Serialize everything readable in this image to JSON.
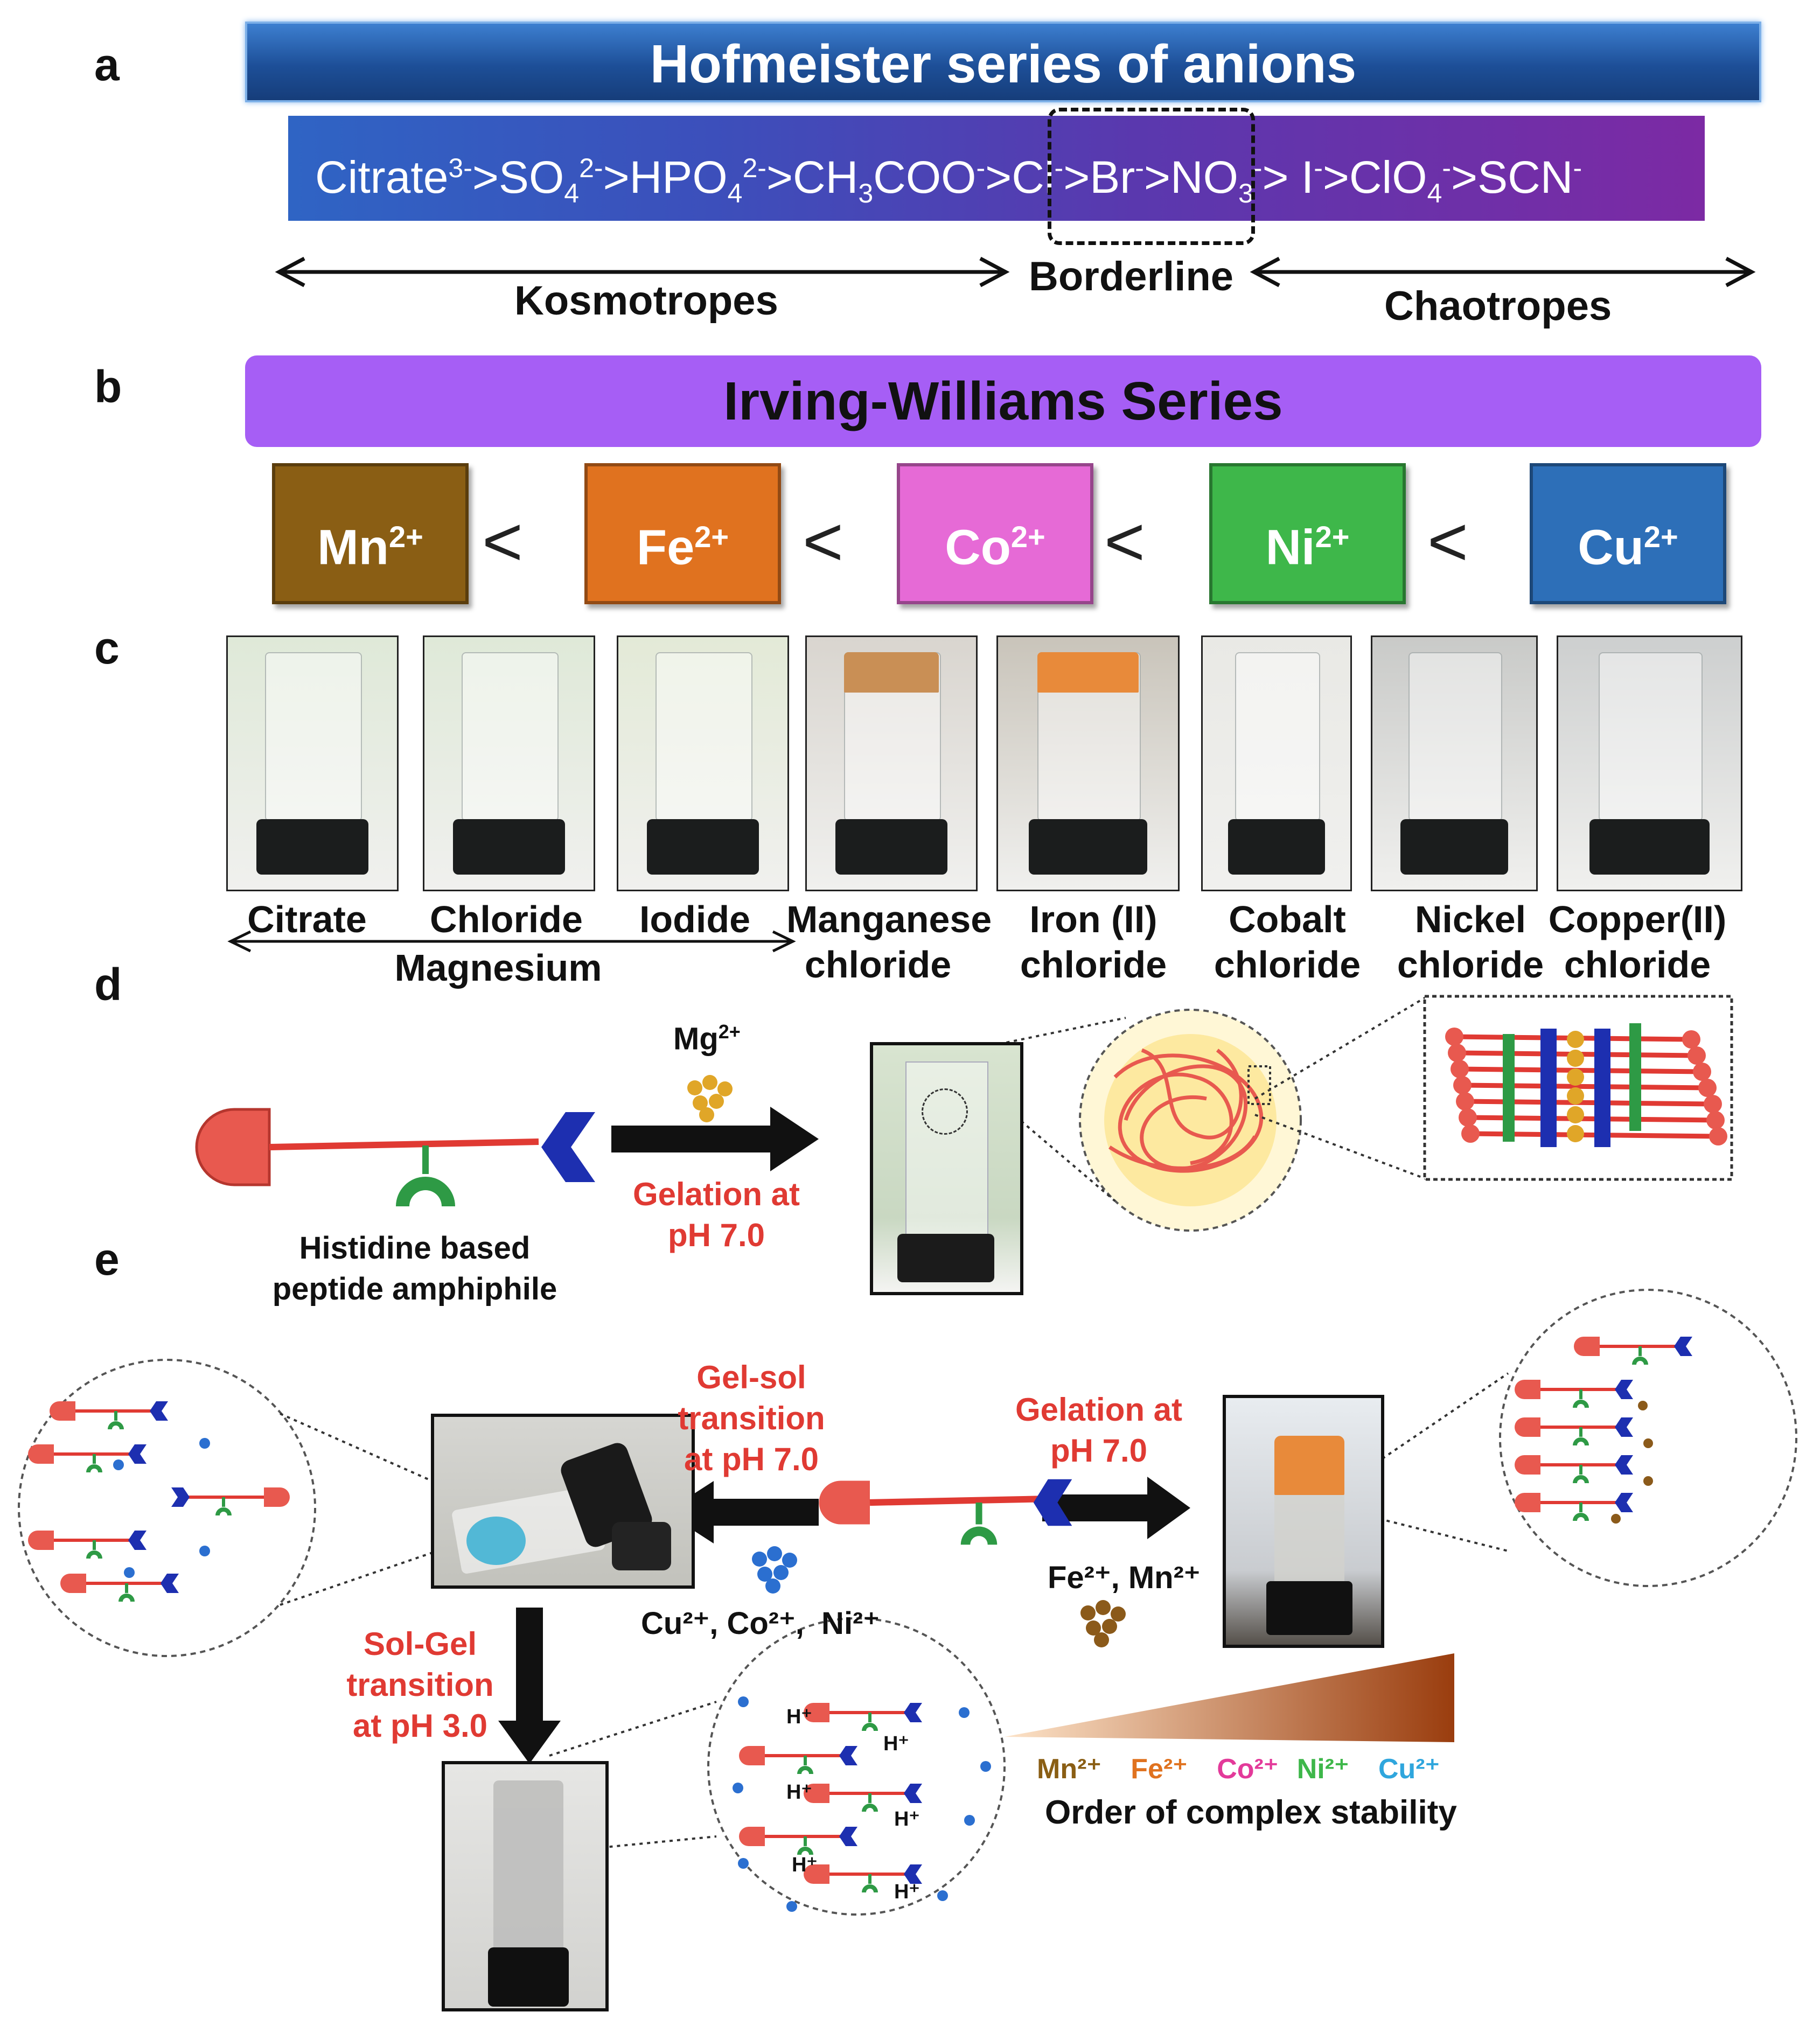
{
  "panel_labels": {
    "a": "a",
    "b": "b",
    "c": "c",
    "d": "d",
    "e": "e"
  },
  "panel_a": {
    "title": "Hofmeister series of anions",
    "series": [
      {
        "base": "Citrate",
        "sup": "3-"
      },
      {
        "base": ">SO",
        "sub": "4",
        "sup": "2-"
      },
      {
        "base": ">HPO",
        "sub": "4",
        "sup": "2-"
      },
      {
        "base": ">CH",
        "sub": "3",
        "tail": "COO",
        "sup": "-"
      },
      {
        "base": ">Cl",
        "sup": "-"
      },
      {
        "base": ">Br",
        "sup": "-"
      },
      {
        "base": ">NO",
        "sub": "3",
        "sup": "-"
      },
      {
        "base": "> I",
        "sup": "-"
      },
      {
        "base": ">ClO",
        "sub": "4",
        "sup": "-"
      },
      {
        "base": ">SCN",
        "sup": "-"
      }
    ],
    "kosmotropes": "Kosmotropes",
    "borderline": "Borderline",
    "chaotropes": "Chaotropes"
  },
  "panel_b": {
    "title": "Irving-Williams Series",
    "ions": [
      {
        "symbol": "Mn",
        "charge": "2+",
        "color": "#8a5e14"
      },
      {
        "symbol": "Fe",
        "charge": "2+",
        "color": "#e0721f"
      },
      {
        "symbol": "Co",
        "charge": "2+",
        "color": "#e66ad6"
      },
      {
        "symbol": "Ni",
        "charge": "2+",
        "color": "#3eb74a"
      },
      {
        "symbol": "Cu",
        "charge": "2+",
        "color": "#2d6fb8"
      }
    ],
    "separator": "<"
  },
  "panel_c": {
    "vials": [
      {
        "line1": "Citrate",
        "line2": ""
      },
      {
        "line1": "Chloride",
        "line2": ""
      },
      {
        "line1": "Iodide",
        "line2": ""
      },
      {
        "line1": "Manganese",
        "line2": "chloride"
      },
      {
        "line1": "Iron (II)",
        "line2": "chloride"
      },
      {
        "line1": "Cobalt",
        "line2": "chloride"
      },
      {
        "line1": "Nickel",
        "line2": "chloride"
      },
      {
        "line1": "Copper(II)",
        "line2": "chloride"
      }
    ],
    "group_label": "Magnesium"
  },
  "panel_d": {
    "ion": "Mg",
    "ion_charge": "2+",
    "condition_line1": "Gelation at",
    "condition_line2": "pH 7.0",
    "molecule_line1": "Histidine based",
    "molecule_line2": "peptide amphiphile"
  },
  "panel_e": {
    "gel_sol_line1": "Gel-sol",
    "gel_sol_line2": "transition",
    "gel_sol_line3": "at pH 7.0",
    "gelation_line1": "Gelation at",
    "gelation_line2": "pH 7.0",
    "fe_mn": "Fe²⁺, Mn²⁺",
    "cu_co_ni": "Cu²⁺, Co²⁺,  Ni²⁺",
    "sol_gel_line1": "Sol-Gel",
    "sol_gel_line2": "transition",
    "sol_gel_line3": "at pH 3.0",
    "proton": "H⁺",
    "stability_ions": [
      {
        "label": "Mn²⁺",
        "color": "#8a5e14"
      },
      {
        "label": "Fe²⁺",
        "color": "#e0721f"
      },
      {
        "label": "Co²⁺",
        "color": "#e33a9a"
      },
      {
        "label": "Ni²⁺",
        "color": "#3eb74a"
      },
      {
        "label": "Cu²⁺",
        "color": "#2fa6dd"
      }
    ],
    "stability_label": "Order of complex stability"
  },
  "colors": {
    "amphiphile_head": "#e8594f",
    "amphiphile_tail": "#e03a33",
    "histidine": "#2e9a45",
    "lysine_chevron": "#1d2fb0",
    "mg_ion": "#e0a628",
    "cu_ion": "#2b6fd0",
    "fe_ion": "#8b5a1a"
  }
}
